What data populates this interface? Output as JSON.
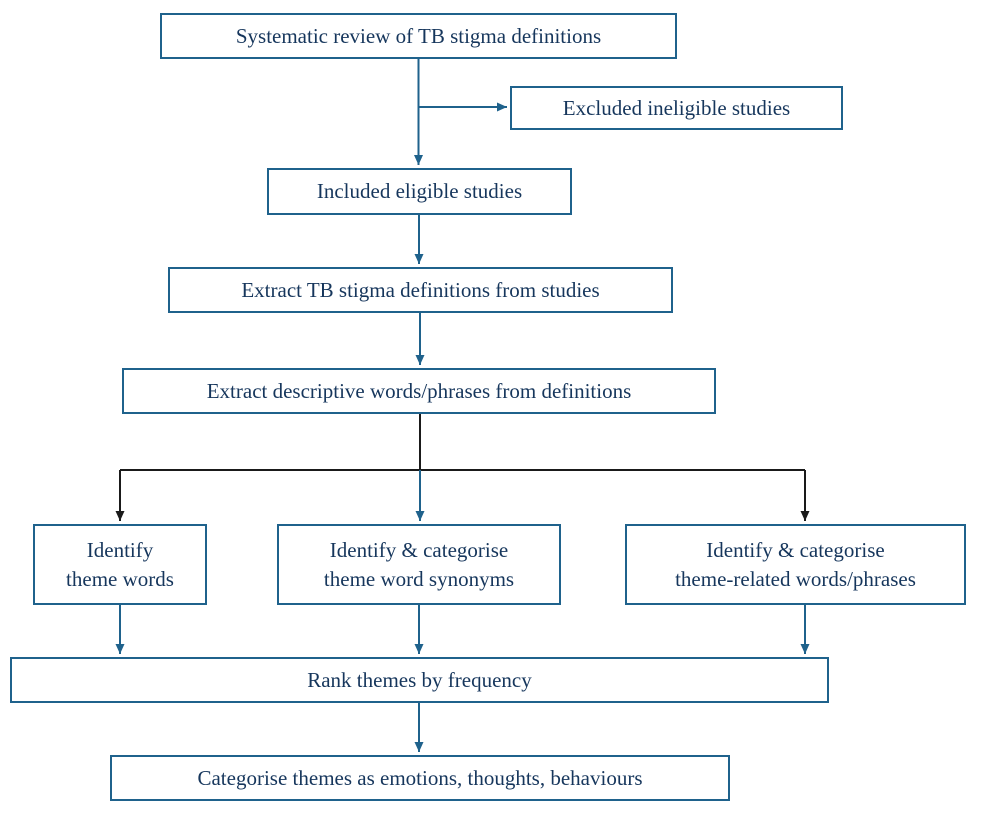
{
  "title": "Flowchart: systematic review of TB stigma definitions",
  "colors": {
    "box_border": "#1f628c",
    "text": "#16365c",
    "arrow": "#1f628c",
    "branch": "#1a1a1a",
    "bg": "#ffffff"
  },
  "nodes": {
    "systematic_review": "Systematic review of TB stigma definitions",
    "excluded": "Excluded ineligible studies",
    "included": "Included eligible studies",
    "extract_definitions": "Extract TB stigma definitions from studies",
    "extract_words": "Extract descriptive words/phrases from definitions",
    "identify_theme_words": "Identify\ntheme words",
    "identify_synonyms": "Identify & categorise\ntheme word synonyms",
    "identify_related": "Identify & categorise\ntheme-related words/phrases",
    "rank_themes": "Rank themes by frequency",
    "categorise_themes": "Categorise themes as emotions, thoughts, behaviours"
  }
}
